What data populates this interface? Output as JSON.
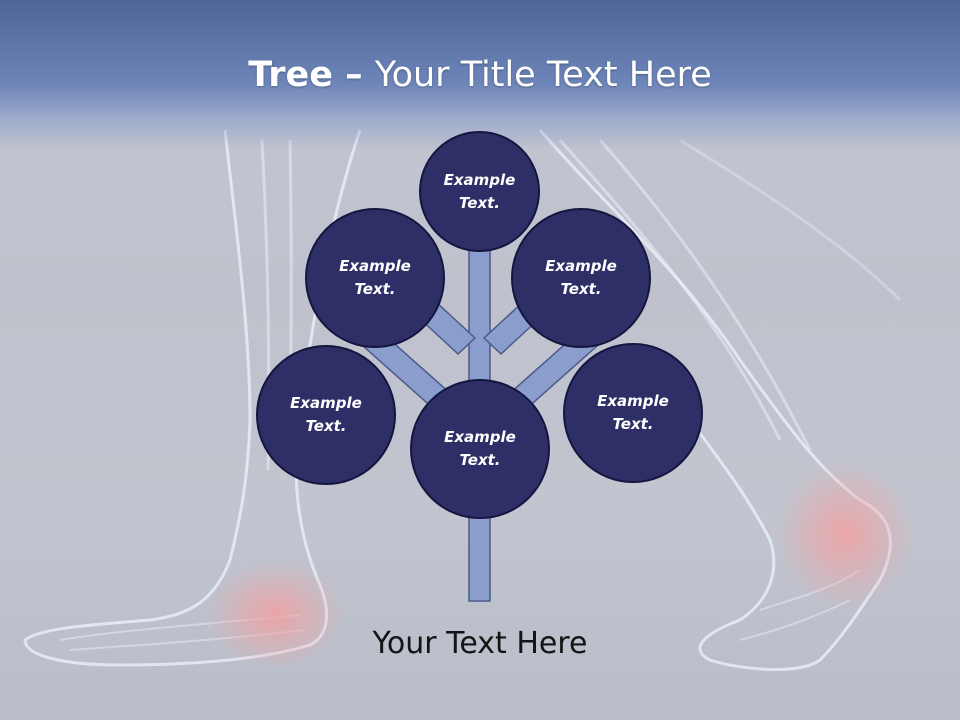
{
  "title": {
    "strong": "Tree",
    "dash": " – ",
    "rest": "Your Title Text Here"
  },
  "nodes": [
    {
      "id": "top",
      "text": "Example Text."
    },
    {
      "id": "upper-left",
      "text": "Example Text."
    },
    {
      "id": "upper-right",
      "text": "Example Text."
    },
    {
      "id": "lower-left",
      "text": "Example Text."
    },
    {
      "id": "center",
      "text": "Example Text."
    },
    {
      "id": "lower-right",
      "text": "Example Text."
    }
  ],
  "caption": "Your Text Here",
  "colors": {
    "node_fill": "#2e2f66",
    "node_border": "#151640",
    "branch_fill": "#8a9dcc",
    "title_band": "#6c84b8",
    "highlight": "#e89a9a"
  }
}
